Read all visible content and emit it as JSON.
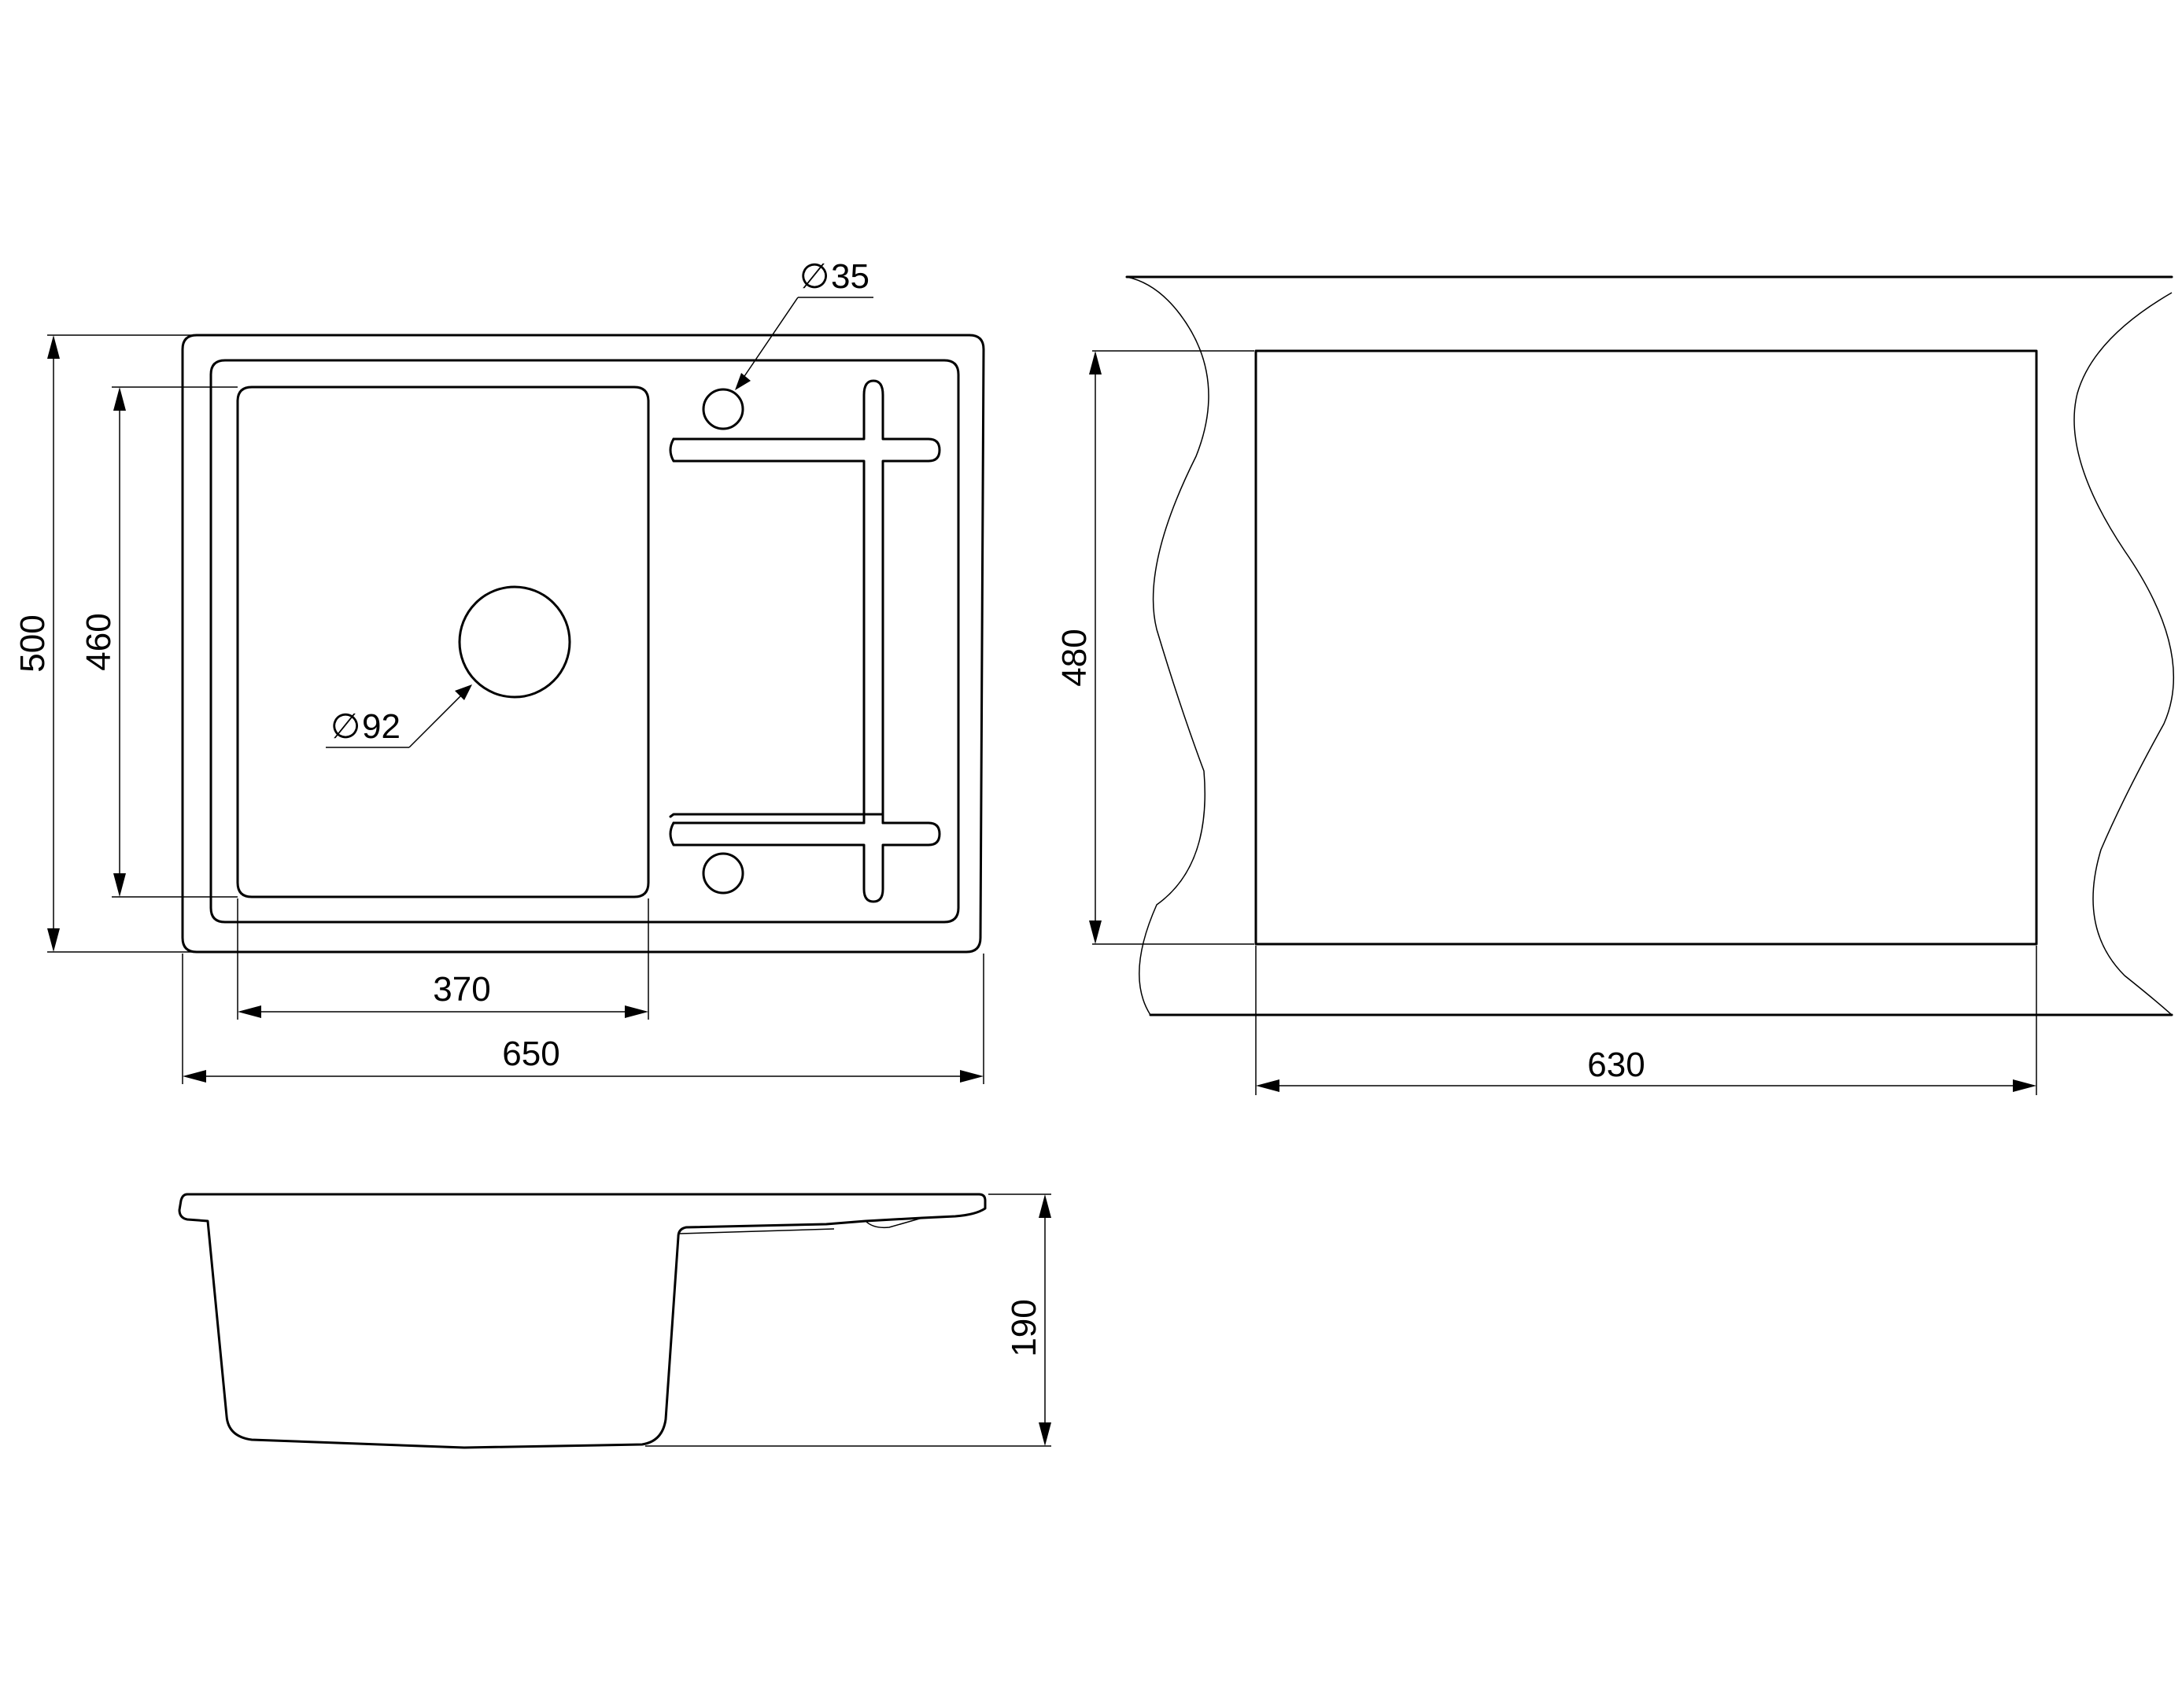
{
  "drawing": {
    "top_view": {
      "overall_width": "650",
      "overall_depth": "500",
      "bowl_width": "370",
      "bowl_depth": "460",
      "drain_diameter": "92",
      "tap_hole_diameter": "35",
      "diameter_symbol": "∅"
    },
    "cutout_view": {
      "cutout_width": "630",
      "cutout_depth": "480"
    },
    "side_view": {
      "bowl_height": "190"
    }
  }
}
